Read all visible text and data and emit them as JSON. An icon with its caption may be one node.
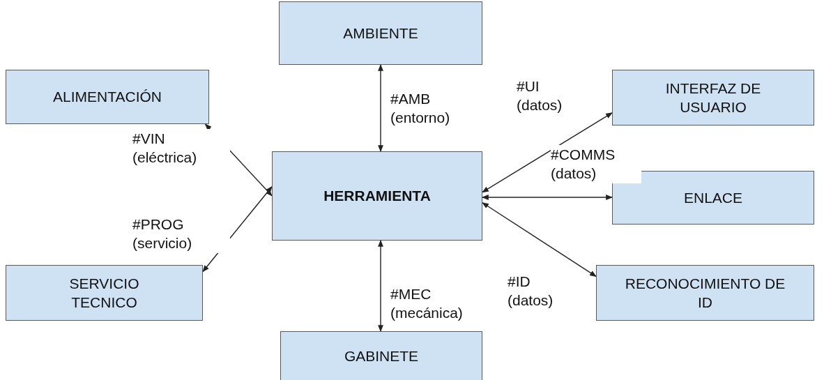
{
  "diagram": {
    "nodes": [
      {
        "text": [
          "HERRAMIENTA"
        ]
      },
      {
        "text": [
          "AMBIENTE"
        ]
      },
      {
        "text": [
          "ALIMENTACIÓN"
        ]
      },
      {
        "text": [
          "SERVICIO TECNICO"
        ]
      },
      {
        "text": [
          "GABINETE"
        ]
      },
      {
        "text": [
          "INTERFAZ DE USUARIO"
        ]
      },
      {
        "text": [
          "ENLACE"
        ]
      },
      {
        "text": [
          "RECONOCIMIENTO DE ID"
        ]
      }
    ],
    "edges": [
      {
        "from": 0,
        "to": 1,
        "arrow": "both",
        "label": "#AMB (entorno)"
      },
      {
        "from": 0,
        "to": 2,
        "arrow": "both",
        "label": "#VIN (eléctrica)"
      },
      {
        "from": 0,
        "to": 3,
        "arrow": "both",
        "label": "#PROG (servicio)"
      },
      {
        "from": 0,
        "to": 4,
        "arrow": "both",
        "label": "#MEC (mecánica)"
      },
      {
        "from": 0,
        "to": 5,
        "arrow": "both",
        "label": "#UI (datos)"
      },
      {
        "from": 0,
        "to": 6,
        "arrow": "both",
        "label": "#COMMS (datos)"
      },
      {
        "from": 0,
        "to": 7,
        "arrow": "both",
        "label": "#ID (datos)"
      }
    ]
  }
}
